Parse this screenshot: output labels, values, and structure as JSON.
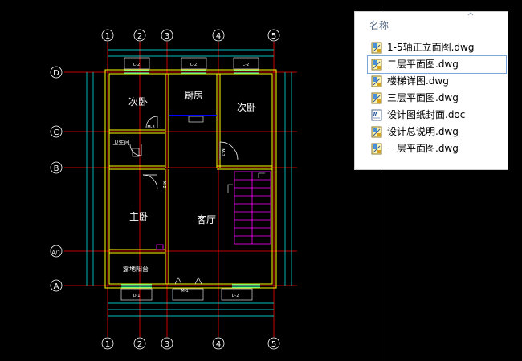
{
  "panel": {
    "header": "名称",
    "files": [
      {
        "name": "1-5轴正立面图.dwg",
        "icon": "dwg-file-icon",
        "selected": false
      },
      {
        "name": "二层平面图.dwg",
        "icon": "dwg-file-icon",
        "selected": true
      },
      {
        "name": "楼梯详图.dwg",
        "icon": "dwg-file-icon",
        "selected": false
      },
      {
        "name": "三层平面图.dwg",
        "icon": "dwg-file-icon",
        "selected": false
      },
      {
        "name": "设计图纸封面.doc",
        "icon": "doc-file-icon",
        "selected": false
      },
      {
        "name": "设计总说明.dwg",
        "icon": "dwg-file-icon",
        "selected": false
      },
      {
        "name": "一层平面图.dwg",
        "icon": "dwg-file-icon",
        "selected": false
      }
    ]
  },
  "drawing": {
    "axes_top": [
      "1",
      "2",
      "3",
      "4",
      "5"
    ],
    "axes_bottom": [
      "1",
      "2",
      "3",
      "4",
      "5"
    ],
    "axes_left": [
      "D",
      "C",
      "B",
      "A/1",
      "A"
    ],
    "rooms": {
      "bedroom_left": "次卧",
      "kitchen": "厨房",
      "bedroom_right": "次卧",
      "bathroom": "卫生间",
      "master_bedroom": "主卧",
      "living_room": "客厅",
      "balcony": "露地阳台"
    },
    "window_tags": {
      "top1": "C-2",
      "top2": "C-2",
      "top3": "C-2",
      "bottom1": "D-1",
      "bottom2": "M-1",
      "bottom3": "D-2"
    },
    "door_tags": {
      "bath_door": "M-3",
      "master_door": "M-2",
      "living_door": "M-2"
    }
  },
  "colors": {
    "wall": "#ffff00",
    "axis": "#ff0000",
    "dimension": "#00ffff",
    "stair": "#ff00ff",
    "window": "#00ffcc",
    "kitchen_bar": "#0000ff"
  }
}
